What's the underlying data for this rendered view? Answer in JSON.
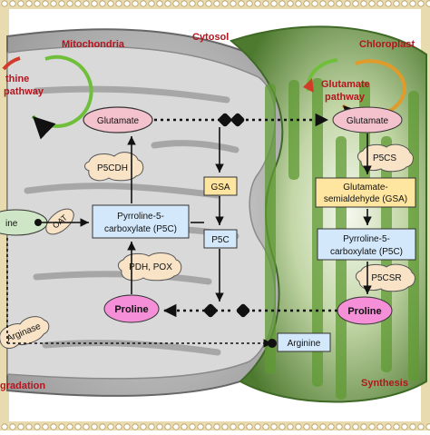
{
  "compartments": {
    "mitochondria": "Mitochondria",
    "cytosol": "Cytosol",
    "chloroplast": "Chloroplast",
    "degradation": "gradation",
    "synthesis": "Synthesis"
  },
  "mito": {
    "cycle": [
      "thine",
      "pathway"
    ],
    "glutamate": "Glutamate",
    "p5cdh": "P5CDH",
    "oat": "OAT",
    "ornithine": "ine",
    "p5c": [
      "Pyrroline-5-",
      "carboxylate (P5C)"
    ],
    "pdh_pox": "PDH, POX",
    "proline": "Proline",
    "arginase": "Arginase"
  },
  "cytosol": {
    "gsa": "GSA",
    "p5c": "P5C"
  },
  "chloro": {
    "cycle": [
      "Glutamate",
      "pathway"
    ],
    "glutamate": "Glutamate",
    "p5cs": "P5CS",
    "gsa": [
      "Glutamate-",
      "semialdehyde (GSA)"
    ],
    "p5c": [
      "Pyrroline-5-",
      "carboxylate (P5C)"
    ],
    "p5csr": "P5CSR",
    "proline": "Proline",
    "arginine": "Arginine"
  },
  "colors": {
    "membrane_ring": "#e6d6a6",
    "mito_fill": "#b8b8b8",
    "chloro_fill": "#7ea15a",
    "glutamate_fill": "#f3c2cd",
    "proline_fill": "#f48fd8",
    "p5c_fill": "#d3e8fb",
    "gsa_fill": "#ffe6a0",
    "enzyme_fill": "#f8e3c7",
    "label_red": "#b4141e"
  }
}
